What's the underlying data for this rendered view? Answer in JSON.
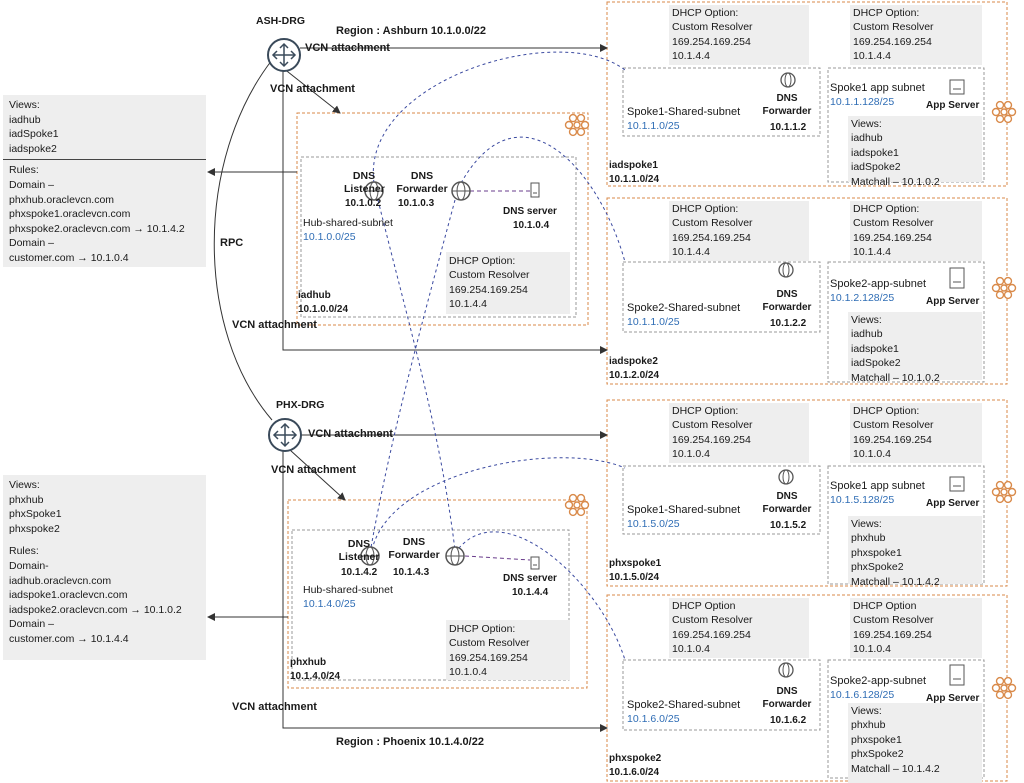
{
  "regions": {
    "ashburn": "Region : Ashburn 10.1.0.0/22",
    "phoenix": "Region : Phoenix 10.1.4.0/22"
  },
  "drgs": {
    "ash": "ASH-DRG",
    "phx": "PHX-DRG"
  },
  "labels": {
    "vcn_attachment": "VCN attachment",
    "rpc": "RPC"
  },
  "dns": {
    "listener": "DNS Listener",
    "forwarder": "DNS Forwarder",
    "server": "DNS server",
    "app_server": "App Server"
  },
  "ash_side": {
    "views": [
      "Views:",
      "iadhub",
      "iadSpoke1",
      "iadspoke2"
    ],
    "rules": [
      "Rules:",
      "Domain –",
      "phxhub.oraclevcn.com",
      "phxspoke1.oraclevcn.com",
      "phxspoke2.oraclevcn.com → 10.1.4.2",
      "Domain –",
      "customer.com → 10.1.0.4"
    ]
  },
  "phx_side": {
    "views": [
      "Views:",
      "phxhub",
      "phxSpoke1",
      "phxspoke2"
    ],
    "rules": [
      "Rules:",
      "Domain-",
      "iadhub.oraclevcn.com",
      "iadspoke1.oraclevcn.com",
      "iadspoke2.oraclevcn.com → 10.1.0.2",
      "Domain –",
      "customer.com → 10.1.4.4"
    ]
  },
  "iadhub": {
    "name": "iadhub",
    "cidr": "10.1.0.0/24",
    "subnet": "Hub-shared-subnet",
    "subnet_cidr": "10.1.0.0/25",
    "listener_ip": "10.1.0.2",
    "forwarder_ip": "10.1.0.3",
    "server_ip": "10.1.0.4",
    "dhcp": [
      "DHCP Option:",
      "Custom Resolver",
      "169.254.169.254",
      "10.1.4.4"
    ]
  },
  "phxhub": {
    "name": "phxhub",
    "cidr": "10.1.4.0/24",
    "subnet": "Hub-shared-subnet",
    "subnet_cidr": "10.1.4.0/25",
    "listener_ip": "10.1.4.2",
    "forwarder_ip": "10.1.4.3",
    "server_ip": "10.1.4.4",
    "dhcp": [
      "DHCP Option:",
      "Custom Resolver",
      "169.254.169.254",
      "10.1.0.4"
    ]
  },
  "iadspoke1": {
    "name": "iadspoke1",
    "cidr": "10.1.1.0/24",
    "shared_subnet": "Spoke1-Shared-subnet",
    "shared_cidr": "10.1.1.0/25",
    "forwarder_ip": "10.1.1.2",
    "app_subnet": "Spoke1 app subnet",
    "app_cidr": "10.1.1.128/25",
    "dhcp1": [
      "DHCP Option:",
      "Custom Resolver",
      "169.254.169.254",
      "10.1.4.4"
    ],
    "dhcp2": [
      "DHCP Option:",
      "Custom Resolver",
      "169.254.169.254",
      "10.1.4.4"
    ],
    "views": [
      "Views:",
      "iadhub",
      "iadspoke1",
      "iadSpoke2",
      "Matchall – 10.1.0.2"
    ]
  },
  "iadspoke2": {
    "name": "iadspoke2",
    "cidr": "10.1.2.0/24",
    "shared_subnet": "Spoke2-Shared-subnet",
    "shared_cidr": "10.1.1.0/25",
    "forwarder_ip": "10.1.2.2",
    "app_subnet": "Spoke2-app-subnet",
    "app_cidr": "10.1.2.128/25",
    "dhcp1": [
      "DHCP Option:",
      "Custom Resolver",
      "169.254.169.254",
      "10.1.4.4"
    ],
    "dhcp2": [
      "DHCP Option:",
      "Custom Resolver",
      "169.254.169.254",
      "10.1.4.4"
    ],
    "views": [
      "Views:",
      "iadhub",
      "iadspoke1",
      "iadSpoke2",
      "Matchall – 10.1.0.2"
    ]
  },
  "phxspoke1": {
    "name": "phxspoke1",
    "cidr": "10.1.5.0/24",
    "shared_subnet": "Spoke1-Shared-subnet",
    "shared_cidr": "10.1.5.0/25",
    "forwarder_ip": "10.1.5.2",
    "app_subnet": "Spoke1 app subnet",
    "app_cidr": "10.1.5.128/25",
    "dhcp1": [
      "DHCP Option:",
      "Custom Resolver",
      "169.254.169.254",
      "10.1.0.4"
    ],
    "dhcp2": [
      "DHCP Option:",
      "Custom Resolver",
      "169.254.169.254",
      "10.1.0.4"
    ],
    "views": [
      "Views:",
      "phxhub",
      "phxspoke1",
      "phxSpoke2",
      "Matchall – 10.1.4.2"
    ]
  },
  "phxspoke2": {
    "name": "phxspoke2",
    "cidr": "10.1.6.0/24",
    "shared_subnet": "Spoke2-Shared-subnet",
    "shared_cidr": "10.1.6.0/25",
    "forwarder_ip": "10.1.6.2",
    "app_subnet": "Spoke2-app-subnet",
    "app_cidr": "10.1.6.128/25",
    "dhcp1": [
      "DHCP Option",
      "Custom Resolver",
      "169.254.169.254",
      "10.1.0.4"
    ],
    "dhcp2": [
      "DHCP Option",
      "Custom Resolver",
      "169.254.169.254",
      "10.1.0.4"
    ],
    "views": [
      "Views:",
      "phxhub",
      "phxspoke1",
      "phxSpoke2",
      "Matchall – 10.1.4.2"
    ]
  },
  "colors": {
    "vcn_border": "#d98a4a",
    "subnet_border": "#9a9a9a",
    "ip_blue": "#2f6db5",
    "gray_box": "#eeeeee"
  }
}
